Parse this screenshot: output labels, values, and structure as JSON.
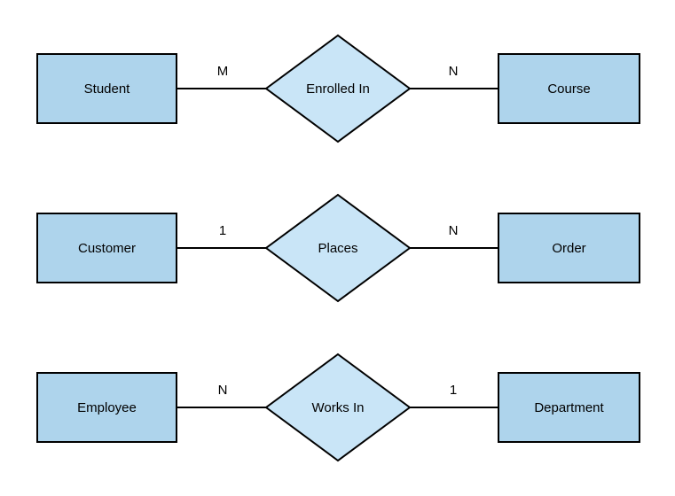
{
  "diagram": {
    "type": "entity-relationship",
    "colors": {
      "background": "#ffffff",
      "entity_fill": "#AED4EC",
      "relationship_fill": "#C9E5F7",
      "stroke": "#000000",
      "text": "#000000"
    },
    "rows": [
      {
        "left_entity": "Student",
        "left_cardinality": "M",
        "relationship": "Enrolled In",
        "right_cardinality": "N",
        "right_entity": "Course"
      },
      {
        "left_entity": "Customer",
        "left_cardinality": "1",
        "relationship": "Places",
        "right_cardinality": "N",
        "right_entity": "Order"
      },
      {
        "left_entity": "Employee",
        "left_cardinality": "N",
        "relationship": "Works In",
        "right_cardinality": "1",
        "right_entity": "Department"
      }
    ]
  }
}
